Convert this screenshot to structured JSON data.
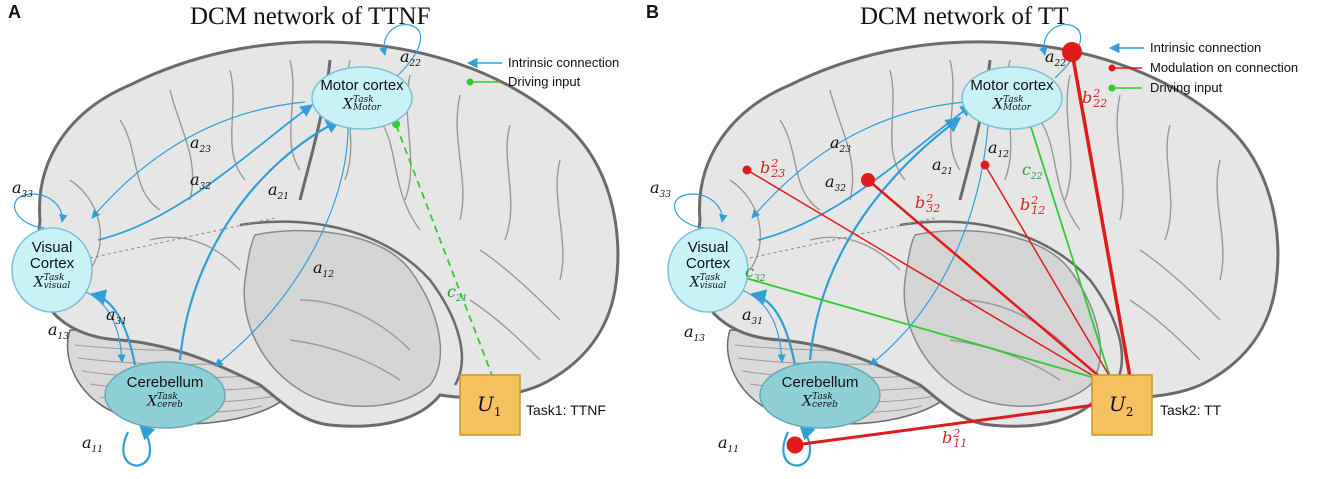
{
  "panels": [
    {
      "letter": "A",
      "title": "DCM network of TTNF",
      "legend": [
        "Intrinsic connection",
        "Driving input"
      ],
      "nodes": {
        "motor": {
          "name": "Motor cortex",
          "var_base": "X",
          "var_sup": "Task",
          "var_sub": "Motor"
        },
        "visual": {
          "name1": "Visual",
          "name2": "Cortex",
          "var_base": "X",
          "var_sup": "Task",
          "var_sub": "visual"
        },
        "cereb": {
          "name": "Cerebellum",
          "var_base": "X",
          "var_sup": "Task",
          "var_sub": "cereb"
        }
      },
      "connection_labels": [
        {
          "base": "a",
          "sub": "22"
        },
        {
          "base": "a",
          "sub": "23"
        },
        {
          "base": "a",
          "sub": "32"
        },
        {
          "base": "a",
          "sub": "21"
        },
        {
          "base": "a",
          "sub": "33"
        },
        {
          "base": "a",
          "sub": "12"
        },
        {
          "base": "a",
          "sub": "31"
        },
        {
          "base": "a",
          "sub": "13"
        },
        {
          "base": "a",
          "sub": "11"
        }
      ],
      "input_labels": [
        {
          "base": "c",
          "sub": "21"
        }
      ],
      "input": {
        "base": "U",
        "sub": "1",
        "task": "Task1: TTNF"
      }
    },
    {
      "letter": "B",
      "title": "DCM network of TT",
      "legend": [
        "Intrinsic connection",
        "Modulation on connection",
        "Driving input"
      ],
      "nodes": {
        "motor": {
          "name": "Motor cortex",
          "var_base": "X",
          "var_sup": "Task",
          "var_sub": "Motor"
        },
        "visual": {
          "name1": "Visual",
          "name2": "Cortex",
          "var_base": "X",
          "var_sup": "Task",
          "var_sub": "visual"
        },
        "cereb": {
          "name": "Cerebellum",
          "var_base": "X",
          "var_sup": "Task",
          "var_sub": "cereb"
        }
      },
      "connection_labels": [
        {
          "base": "a",
          "sub": "22"
        },
        {
          "base": "a",
          "sub": "23"
        },
        {
          "base": "a",
          "sub": "32"
        },
        {
          "base": "a",
          "sub": "21"
        },
        {
          "base": "a",
          "sub": "12"
        },
        {
          "base": "a",
          "sub": "33"
        },
        {
          "base": "a",
          "sub": "31"
        },
        {
          "base": "a",
          "sub": "13"
        },
        {
          "base": "a",
          "sub": "11"
        }
      ],
      "input_labels": [
        {
          "base": "c",
          "sub": "22"
        },
        {
          "base": "c",
          "sub": "32"
        }
      ],
      "modulation_labels": [
        {
          "base": "b",
          "sup": "2",
          "sub": "22"
        },
        {
          "base": "b",
          "sup": "2",
          "sub": "23"
        },
        {
          "base": "b",
          "sup": "2",
          "sub": "32"
        },
        {
          "base": "b",
          "sup": "2",
          "sub": "12"
        },
        {
          "base": "b",
          "sup": "2",
          "sub": "11"
        }
      ],
      "input": {
        "base": "U",
        "sub": "2",
        "task": "Task2: TT"
      }
    }
  ],
  "colors": {
    "intrinsic": "#2f9fd8",
    "modulation": "#e01b1b",
    "driving": "#2ecc2e",
    "node_fill": "#c9f2f6",
    "cereb_fill": "#8fd0d6",
    "input_fill": "#f6c160",
    "brain_fill": "#e6e6e6",
    "brain_stroke": "#6b6b6b"
  }
}
